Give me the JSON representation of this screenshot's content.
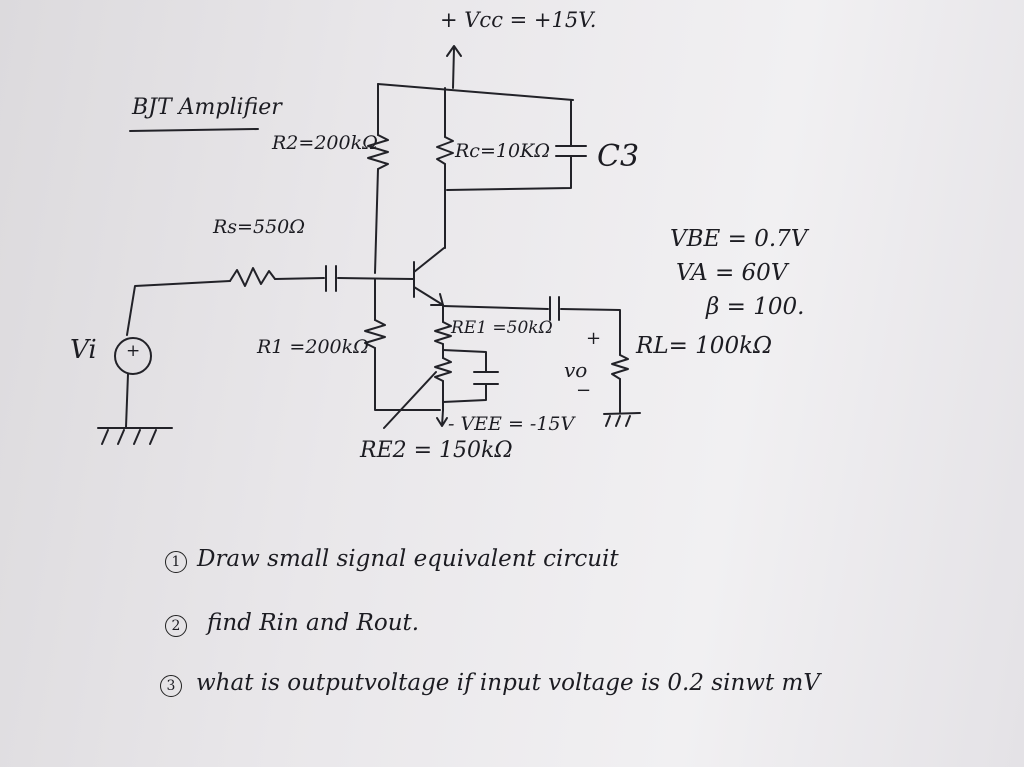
{
  "title": "BJT Amplifier",
  "labels": {
    "vcc": "+ Vcc = +15V.",
    "r2": "R2=200kΩ",
    "rc": "Rc=10KΩ",
    "c3": "C3",
    "rs": "Rs=550Ω",
    "vi": "Vi",
    "source_plus": "+",
    "r1": "R1 =200kΩ",
    "re1": "RE1 =50kΩ",
    "re2": "RE2 = 150kΩ",
    "vee": "- VEE = -15V",
    "vo": "vo",
    "out_plus": "+",
    "out_minus": "−",
    "rl": "RL= 100kΩ"
  },
  "params": {
    "vbe": "VBE = 0.7V",
    "va": "VA = 60V",
    "beta": "β = 100."
  },
  "questions": [
    {
      "num": "1",
      "text": "Draw small signal equivalent circuit"
    },
    {
      "num": "2",
      "text": "find Rin and Rout."
    },
    {
      "num": "3",
      "text": "what is outputvoltage if input voltage is 0.2 sinwt mV"
    }
  ]
}
